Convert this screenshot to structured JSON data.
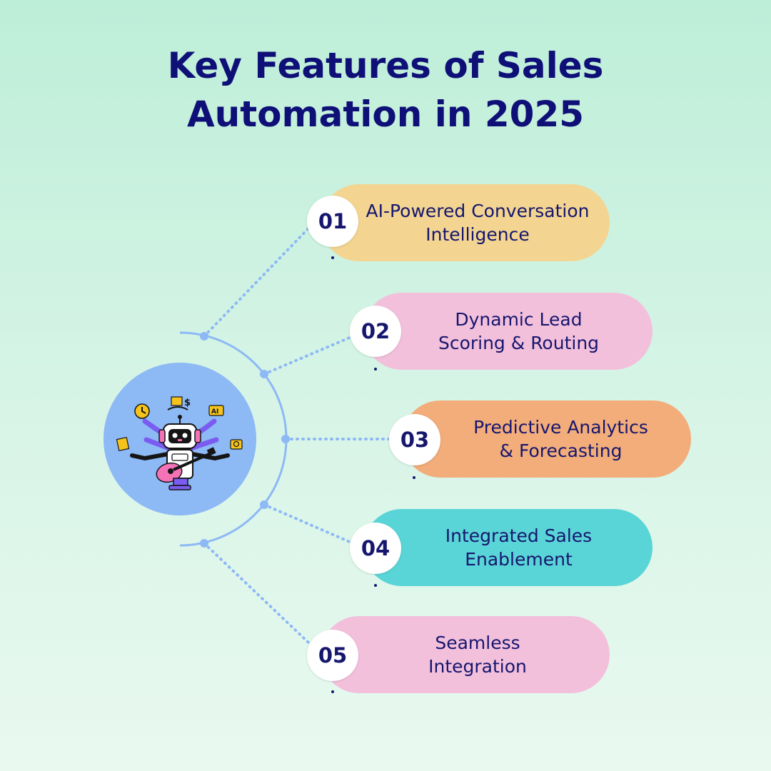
{
  "title": {
    "line1": "Key Features of Sales",
    "line2": "Automation in 2025"
  },
  "features": [
    {
      "number": "01",
      "line1": "AI-Powered Conversation",
      "line2": "Intelligence",
      "color": "#f3d591"
    },
    {
      "number": "02",
      "line1": "Dynamic Lead",
      "line2": "Scoring & Routing",
      "color": "#f3c0dc"
    },
    {
      "number": "03",
      "line1": "Predictive Analytics",
      "line2": "& Forecasting",
      "color": "#f2ad7a"
    },
    {
      "number": "04",
      "line1": "Integrated Sales",
      "line2": "Enablement",
      "color": "#5ad5d7"
    },
    {
      "number": "05",
      "line1": "Seamless",
      "line2": "Integration",
      "color": "#f3c0dc"
    }
  ],
  "hub_icon": "robot-with-tools-icon",
  "hub_badge_label": "AI",
  "colors": {
    "title": "#0f0f78",
    "hub": "#8db9f5",
    "connector": "#8db9f5"
  }
}
